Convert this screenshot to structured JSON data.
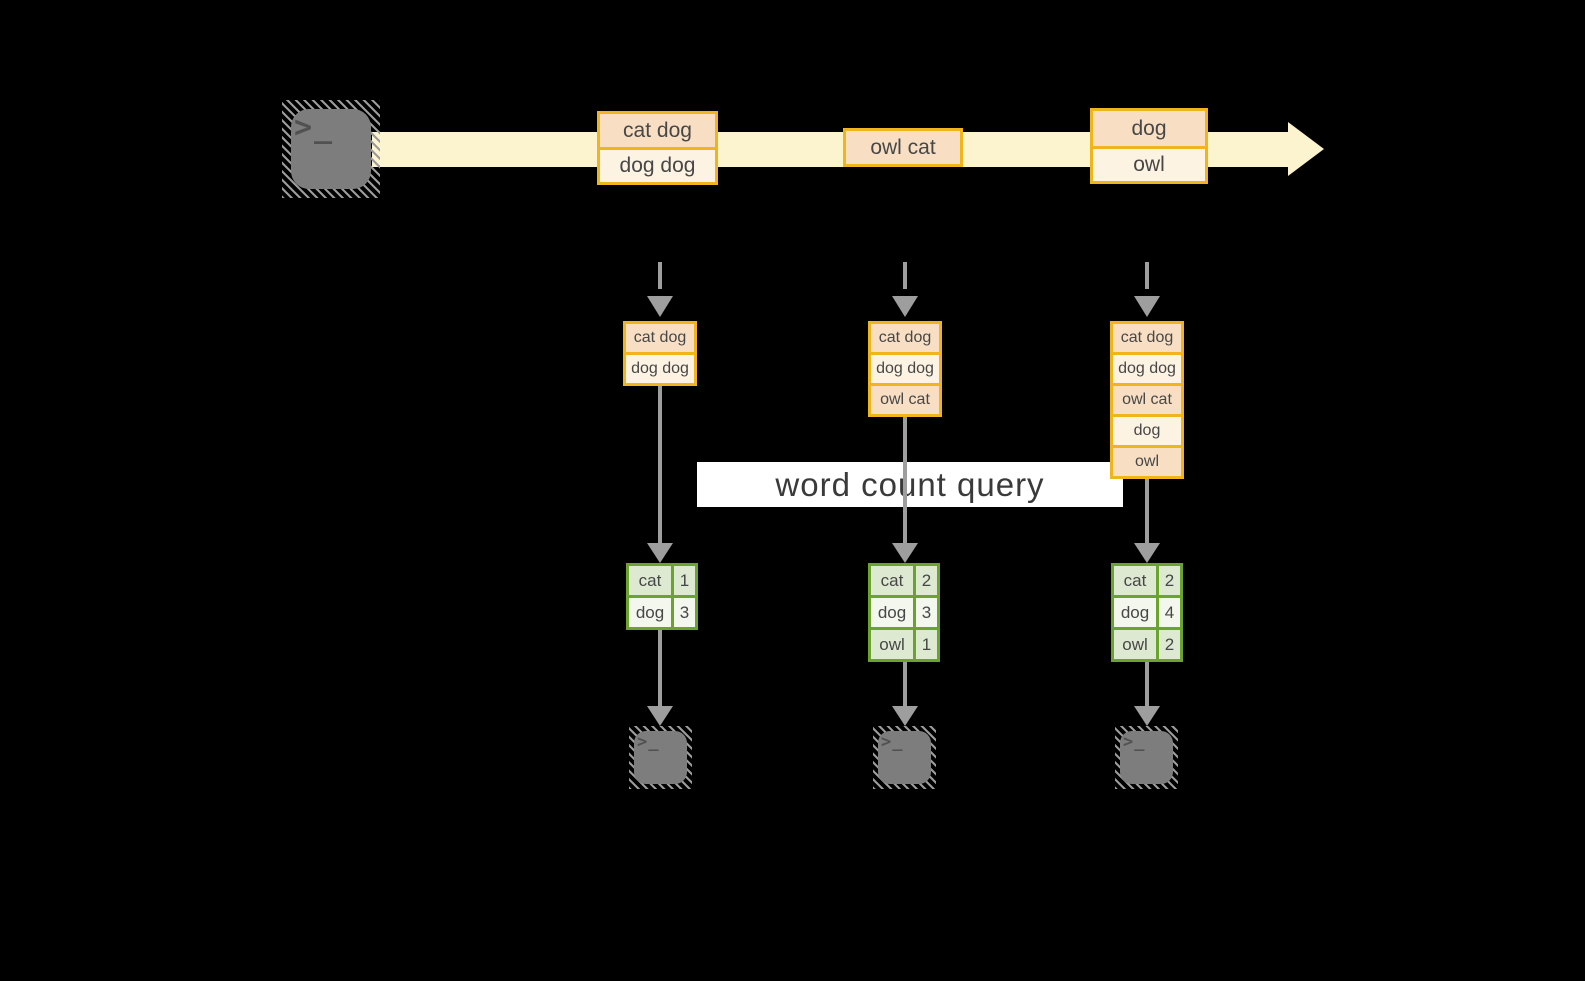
{
  "banner": {
    "label": "word count query"
  },
  "stream": {
    "events": [
      {
        "rows": [
          "cat dog",
          "dog dog"
        ]
      },
      {
        "rows": [
          "owl cat"
        ]
      },
      {
        "rows": [
          "dog",
          "owl"
        ]
      }
    ]
  },
  "states": [
    {
      "rows": [
        "cat dog",
        "dog dog"
      ]
    },
    {
      "rows": [
        "cat dog",
        "dog dog",
        "owl cat"
      ]
    },
    {
      "rows": [
        "cat dog",
        "dog dog",
        "owl cat",
        "dog",
        "owl"
      ]
    }
  ],
  "counts": [
    {
      "rows": [
        {
          "word": "cat",
          "count": "1"
        },
        {
          "word": "dog",
          "count": "3"
        }
      ]
    },
    {
      "rows": [
        {
          "word": "cat",
          "count": "2"
        },
        {
          "word": "dog",
          "count": "3"
        },
        {
          "word": "owl",
          "count": "1"
        }
      ]
    },
    {
      "rows": [
        {
          "word": "cat",
          "count": "2"
        },
        {
          "word": "dog",
          "count": "4"
        },
        {
          "word": "owl",
          "count": "2"
        }
      ]
    }
  ],
  "icons": {
    "terminal_prompt": ">_"
  },
  "colors": {
    "background": "#000000",
    "accent_orange": "#f0b41c",
    "record_peach": "#f8dfc4",
    "record_cream": "#fdf3e3",
    "stream_band": "#fcf3cf",
    "green_border": "#6ba32f",
    "green_cell": "#dde9d1",
    "green_cell_light": "#f4f7ee",
    "arrow_gray": "#9e9e9e",
    "terminal_gray": "#7d7d7d",
    "banner_bg": "#ffffff",
    "text_dark": "#474747"
  }
}
